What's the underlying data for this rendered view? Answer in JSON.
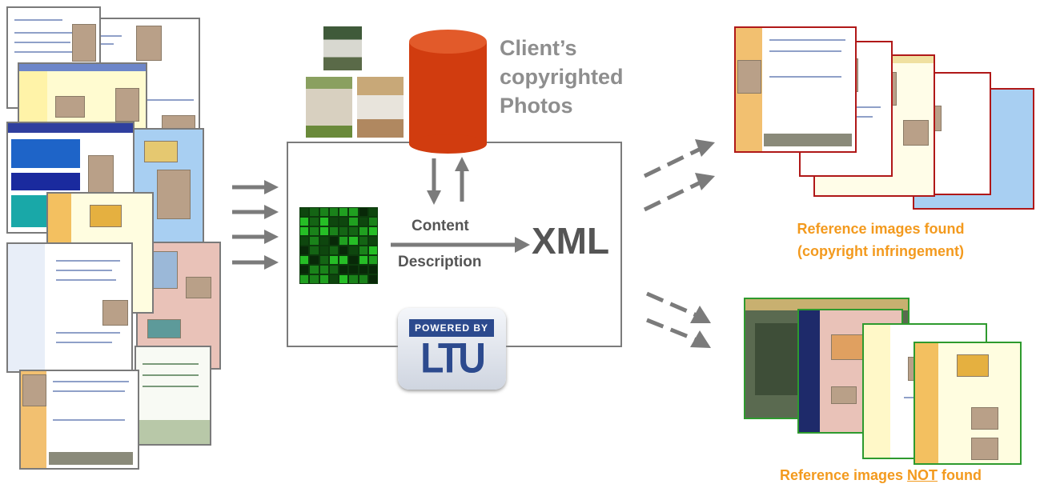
{
  "diagram": {
    "database_label": [
      "Client’s",
      "copyrighted",
      "Photos"
    ],
    "process_label_top": "Content",
    "process_label_bottom": "Description",
    "output_label": "XML",
    "badge": {
      "top": "POWERED BY",
      "logo": "LTU"
    },
    "found_label": [
      "Reference images found",
      "(copyright infringement)"
    ],
    "not_found_label": {
      "before": "Reference images ",
      "emph": "NOT",
      "after": " found"
    }
  },
  "colors": {
    "arrow": "#7b7b7b",
    "database": "#d13c0f",
    "found_border": "#b01818",
    "not_found_border": "#2e9a2e",
    "label_orange": "#f39a1e",
    "badge_blue": "#2c4a8e"
  }
}
